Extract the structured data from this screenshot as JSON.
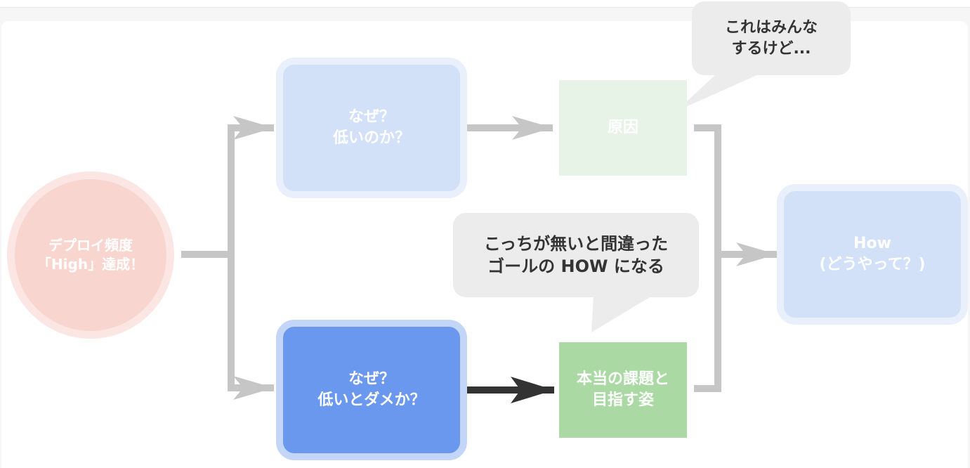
{
  "colors": {
    "start_fill": "#f9d5d0",
    "start_ring": "#fbe6e3",
    "light_blue_fill": "#d3e1f8",
    "light_blue_ring": "#e9f0fc",
    "strong_blue_fill": "#6a98ee",
    "strong_blue_ring": "#c4d6f7",
    "light_green": "#e6f3e6",
    "mid_green": "#aad9a3",
    "connector_gray": "#c6c6c6",
    "connector_dark": "#333333",
    "bubble_fill": "#ececec"
  },
  "diagram": {
    "nodes": {
      "start": {
        "label": "デプロイ頻度\n「High」達成！"
      },
      "why_low": {
        "label": "なぜ？\n低いのか？"
      },
      "cause": {
        "label": "原因"
      },
      "why_bad": {
        "label": "なぜ？\n低いとダメか？"
      },
      "true_issue": {
        "label": "本当の課題と\n目指す姿"
      },
      "how": {
        "label": "How\n(どうやって？)"
      }
    },
    "callouts": {
      "everyone": {
        "text": "これはみんな\nするけど..."
      },
      "goal_how": {
        "text": "こっちが無いと間違った\nゴールの HOW になる"
      }
    }
  }
}
